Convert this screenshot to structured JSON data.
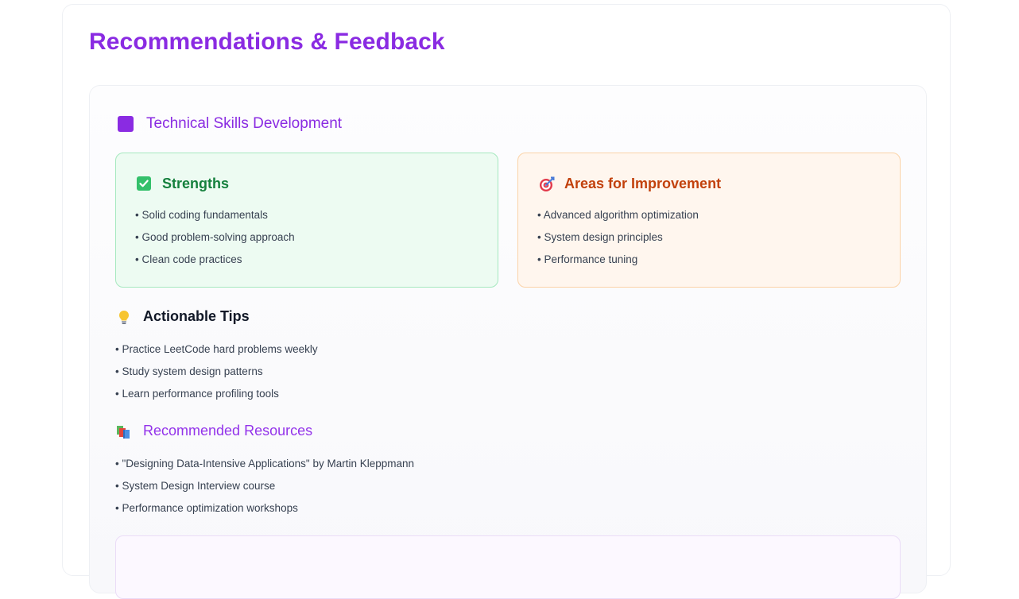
{
  "page_title": "Recommendations & Feedback",
  "section": {
    "title": "Technical Skills Development"
  },
  "strengths": {
    "title": "Strengths",
    "items": [
      "Solid coding fundamentals",
      "Good problem-solving approach",
      "Clean code practices"
    ]
  },
  "improvement": {
    "title": "Areas for Improvement",
    "items": [
      "Advanced algorithm optimization",
      "System design principles",
      "Performance tuning"
    ]
  },
  "tips": {
    "title": "Actionable Tips",
    "items": [
      "Practice LeetCode hard problems weekly",
      "Study system design patterns",
      "Learn performance profiling tools"
    ]
  },
  "resources": {
    "title": "Recommended Resources",
    "items": [
      "\"Designing Data-Intensive Applications\" by Martin Kleppmann",
      "System Design Interview course",
      "Performance optimization workshops"
    ]
  },
  "colors": {
    "accent_purple": "#8a2be2",
    "strength_green": "#15803d",
    "improvement_orange": "#c2410c"
  },
  "icons": {
    "section": "square-icon",
    "strengths": "check-icon",
    "improvement": "target-icon",
    "tips": "lightbulb-icon",
    "resources": "books-icon"
  }
}
